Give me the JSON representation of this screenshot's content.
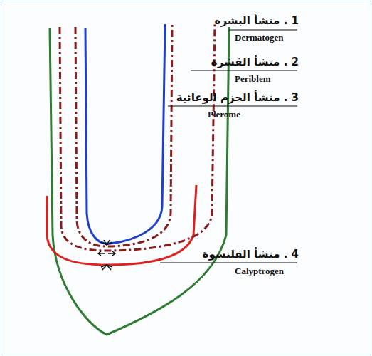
{
  "diagram": {
    "labels": [
      "1 . منشأ البشرة",
      "Dermatogen",
      "2 . منشأ القشرة",
      "Periblem",
      "3 . منشأ الحزم الوعائية",
      "Plerome",
      "4 . منشأ القلنسوة",
      "Calyptrogen"
    ]
  }
}
